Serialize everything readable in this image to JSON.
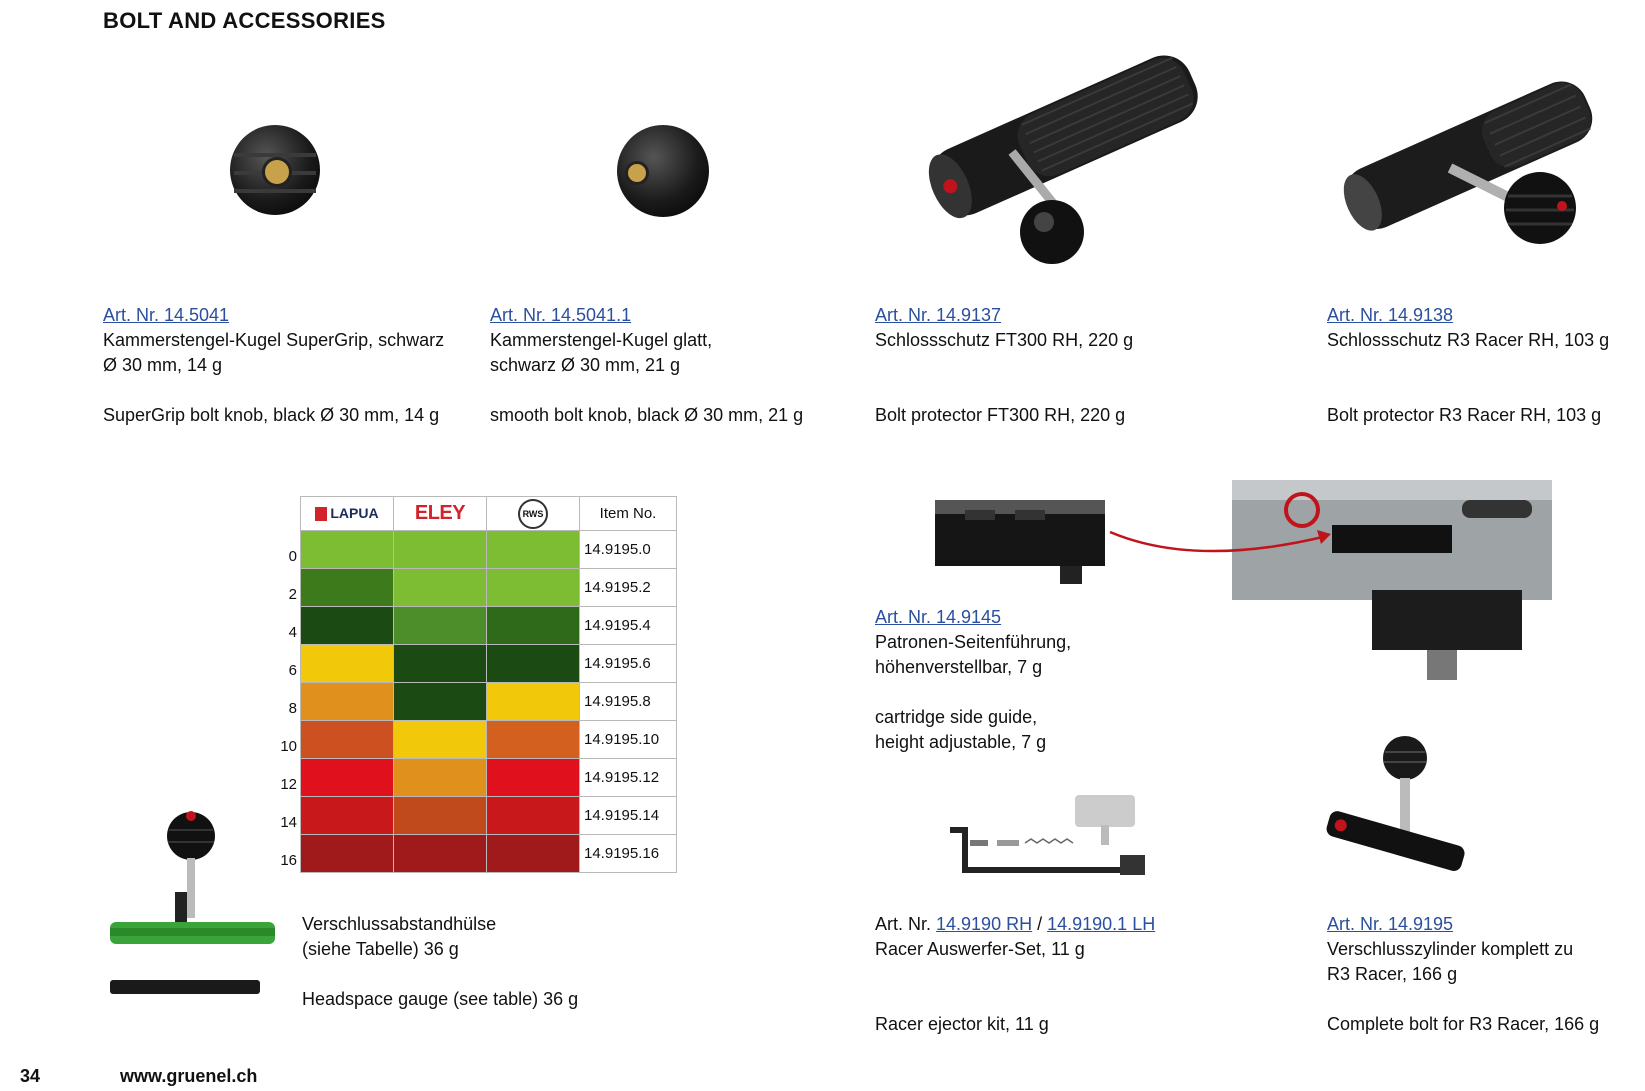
{
  "page": {
    "title": "BOLT AND ACCESSORIES",
    "page_number": "34",
    "website": "www.gruenel.ch"
  },
  "products": [
    {
      "art": "Art. Nr. 14.5041",
      "de": [
        "Kammerstengel-Kugel SuperGrip, schwarz",
        "Ø 30 mm, 14 g"
      ],
      "en": [
        "SuperGrip bolt knob, black Ø 30 mm, 14 g"
      ]
    },
    {
      "art": "Art. Nr. 14.5041.1",
      "de": [
        "Kammerstengel-Kugel glatt,",
        "schwarz Ø 30 mm, 21 g"
      ],
      "en": [
        "smooth bolt knob, black Ø 30 mm, 21 g"
      ]
    },
    {
      "art": "Art. Nr. 14.9137",
      "de": [
        "Schlossschutz FT300 RH, 220 g"
      ],
      "en": [
        "Bolt protector FT300 RH, 220 g"
      ]
    },
    {
      "art": "Art. Nr. 14.9138",
      "de": [
        "Schlossschutz R3 Racer RH, 103 g"
      ],
      "en": [
        "Bolt protector R3 Racer RH, 103 g"
      ]
    },
    {
      "art": "Art. Nr. 14.9145",
      "de": [
        "Patronen-Seitenführung,",
        "höhenverstellbar, 7 g"
      ],
      "en": [
        "cartridge side guide,",
        "height adjustable, 7 g"
      ]
    },
    {
      "art_prefix": "Art. Nr. ",
      "art_link1": "14.9190 RH",
      "art_sep": " / ",
      "art_link2": "14.9190.1 LH",
      "de": [
        "Racer Auswerfer-Set, 11 g"
      ],
      "en": [
        "Racer ejector kit, 11 g"
      ]
    },
    {
      "art": "Art. Nr. 14.9195",
      "de": [
        "Verschlusszylinder komplett zu",
        "R3 Racer, 166 g"
      ],
      "en": [
        "Complete bolt for R3 Racer, 166 g"
      ]
    }
  ],
  "headspace": {
    "de": [
      "Verschlussabstandhülse",
      "(siehe Tabelle) 36 g"
    ],
    "en": "Headspace gauge (see table) 36 g",
    "header": {
      "lapua": "LAPUA",
      "eley": "ELEY",
      "rws": "RWS",
      "item": "Item No."
    },
    "rows": [
      {
        "label": "0",
        "item": "14.9195.0",
        "colors": [
          "#7cbd34",
          "#7cbd34",
          "#7cbd34"
        ]
      },
      {
        "label": "2",
        "item": "14.9195.2",
        "colors": [
          "#3d7a1c",
          "#7cbd34",
          "#7cbd34"
        ]
      },
      {
        "label": "4",
        "item": "14.9195.4",
        "colors": [
          "#1b4a12",
          "#4d8e2a",
          "#2e6a1a"
        ]
      },
      {
        "label": "6",
        "item": "14.9195.6",
        "colors": [
          "#f2c80a",
          "#1b4a12",
          "#1b4a12"
        ]
      },
      {
        "label": "8",
        "item": "14.9195.8",
        "colors": [
          "#e0901c",
          "#1b4a12",
          "#f2c80a"
        ]
      },
      {
        "label": "10",
        "item": "14.9195.10",
        "colors": [
          "#cc5020",
          "#f2c80a",
          "#d46020"
        ]
      },
      {
        "label": "12",
        "item": "14.9195.12",
        "colors": [
          "#e0101c",
          "#e0901c",
          "#e0101c"
        ]
      },
      {
        "label": "14",
        "item": "14.9195.14",
        "colors": [
          "#c8181c",
          "#c04a1c",
          "#c8181c"
        ]
      },
      {
        "label": "16",
        "item": "14.9195.16",
        "colors": [
          "#a01a1c",
          "#a01a1c",
          "#a01a1c"
        ]
      }
    ]
  },
  "colors": {
    "link": "#2a4f9e",
    "arrow": "#c0141c"
  }
}
